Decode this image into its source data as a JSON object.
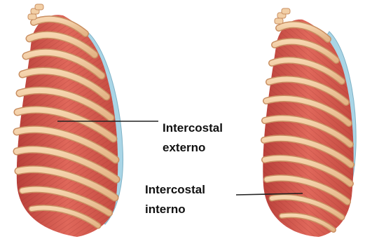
{
  "labels": {
    "external": {
      "line1": "Intercostal",
      "line2": "externo"
    },
    "internal": {
      "line1": "Intercostal",
      "line2": "interno"
    }
  },
  "colors": {
    "muscle": "#d2584c",
    "muscle_dark": "#a8322c",
    "rib": "#f0c79c",
    "rib_edge": "#c98f62",
    "cartilage": "#a9d5e6",
    "leader_line": "#222222"
  }
}
